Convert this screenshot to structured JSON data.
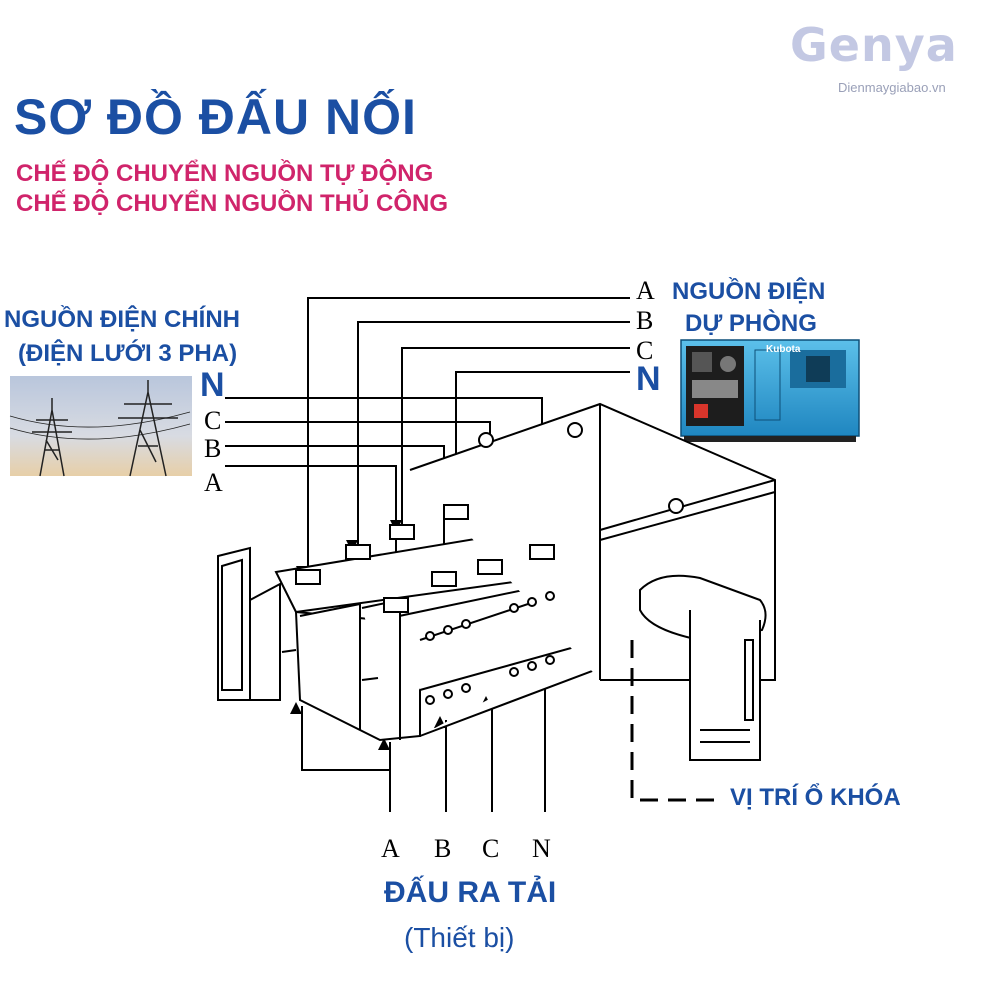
{
  "brand": {
    "name": "Genya",
    "site": "Dienmaygiabao.vn"
  },
  "title": "SƠ ĐỒ ĐẤU NỐI",
  "subtitles": [
    "CHẾ ĐỘ CHUYỂN NGUỒN TỰ ĐỘNG",
    "CHẾ ĐỘ CHUYỂN NGUỒN THỦ CÔNG"
  ],
  "main_source": {
    "line1": "NGUỒN ĐIỆN CHÍNH",
    "line2": "(ĐIỆN LƯỚI 3 PHA)",
    "phases": [
      "N",
      "C",
      "B",
      "A"
    ]
  },
  "backup_source": {
    "line1": "NGUỒN ĐIỆN",
    "line2": "DỰ PHÒNG",
    "phases": [
      "A",
      "B",
      "C",
      "N"
    ],
    "generator_brand": "Kubota"
  },
  "lock_position": "VỊ TRÍ Ổ KHÓA",
  "load_output": {
    "phases": [
      "A",
      "B",
      "C",
      "N"
    ],
    "label": "ĐẤU RA TẢI",
    "sublabel": "(Thiết bị)"
  },
  "colors": {
    "title": "#1b4fa3",
    "subtitle": "#d0246b",
    "brand": "#c3c8e3",
    "generator": "#2e9bd3"
  }
}
